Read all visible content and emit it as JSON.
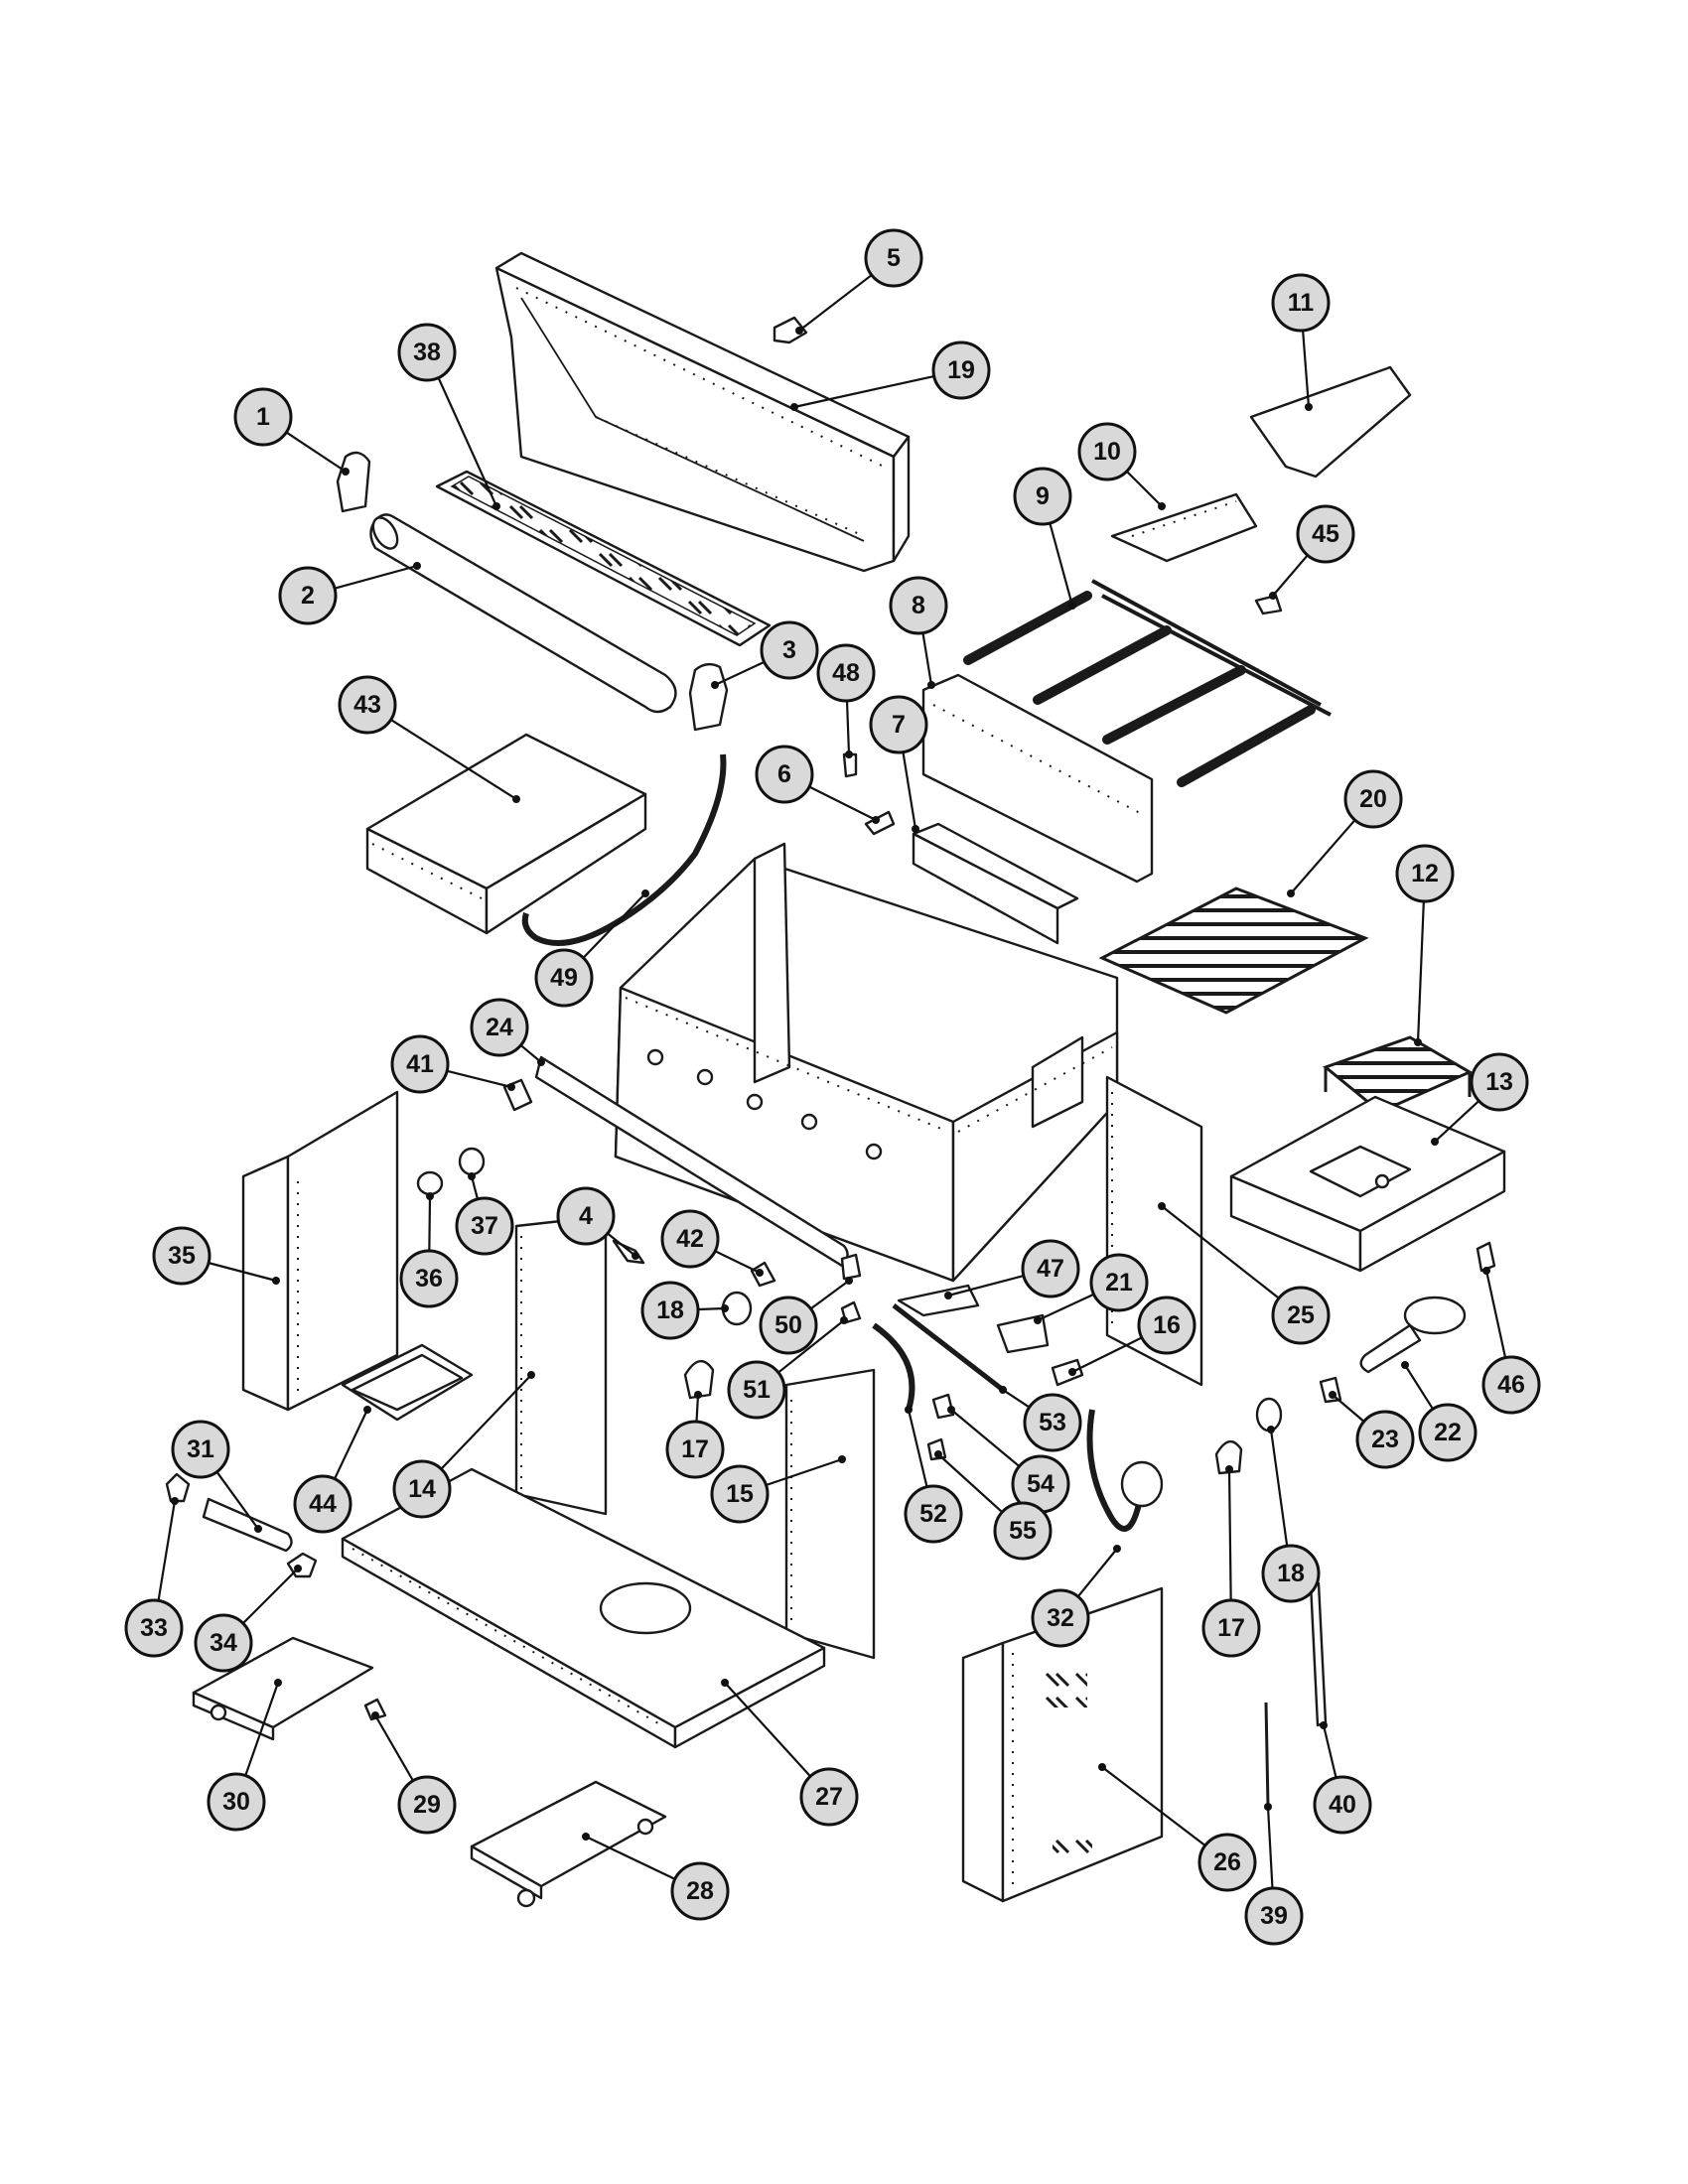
{
  "callouts": [
    "1",
    "2",
    "3",
    "4",
    "5",
    "6",
    "7",
    "8",
    "9",
    "10",
    "11",
    "12",
    "13",
    "14",
    "15",
    "16",
    "17",
    "17",
    "18",
    "18",
    "19",
    "20",
    "21",
    "22",
    "23",
    "24",
    "25",
    "26",
    "27",
    "28",
    "29",
    "30",
    "31",
    "32",
    "33",
    "34",
    "35",
    "36",
    "37",
    "38",
    "39",
    "40",
    "41",
    "42",
    "43",
    "44",
    "45",
    "46",
    "47",
    "48",
    "49",
    "50",
    "51",
    "52",
    "53",
    "54",
    "55"
  ],
  "colors": {
    "callout_fill": "#d9d9d9",
    "line": "#111111",
    "background": "#ffffff"
  }
}
